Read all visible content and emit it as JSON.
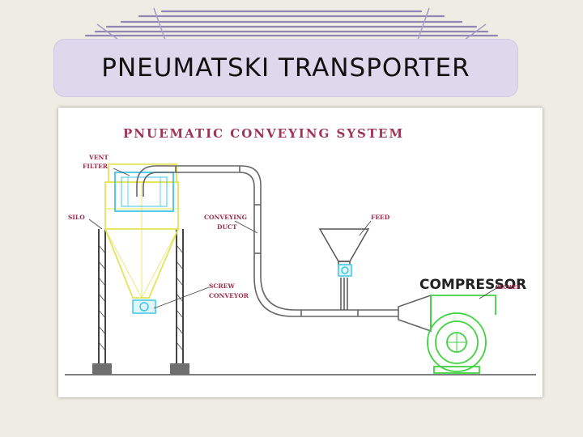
{
  "slide": {
    "title": "PNEUMATSKI TRANSPORTER"
  },
  "diagram": {
    "title": "PNUEMATIC CONVEYING SYSTEM",
    "labels": {
      "vent_filter_line1": "VENT",
      "vent_filter_line2": "FILTER",
      "silo": "SILO",
      "conveying_duct_line1": "CONVEYING",
      "conveying_duct_line2": "DUCT",
      "feed": "FEED",
      "screw_conveyor_line1": "SCREW",
      "screw_conveyor_line2": "CONVEYOR",
      "compressor": "COMPRESSOR",
      "blower": "BLOWER"
    },
    "colors": {
      "silo": "#e6e35a",
      "filter": "#3fc7e6",
      "compressor": "#3fd43f",
      "label": "#9e2b4a",
      "duct": "#666666"
    }
  }
}
